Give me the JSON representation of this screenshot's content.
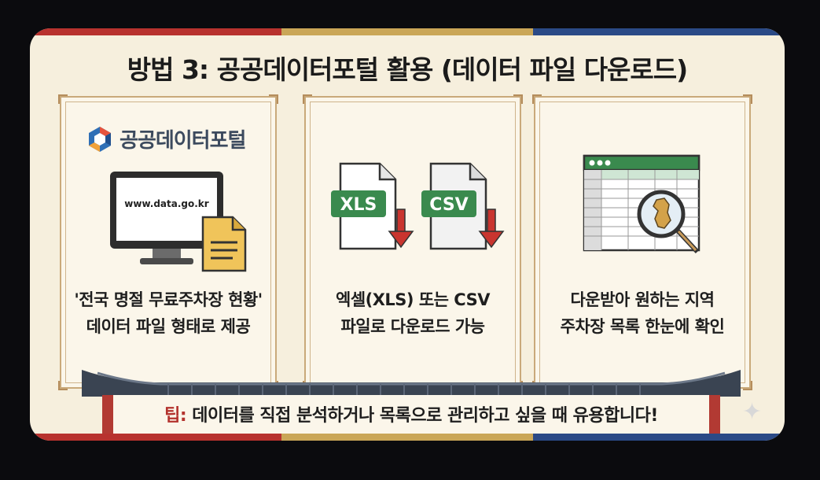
{
  "title": "방법 3: 공공데이터포털 활용 (데이터 파일 다운로드)",
  "panels": [
    {
      "logo_text": "공공데이터포털",
      "url": "www.data.go.kr",
      "caption_line1": "'전국 명절 무료주차장 현황'",
      "caption_line2": "데이터 파일 형태로 제공"
    },
    {
      "file1_label": "XLS",
      "file2_label": "CSV",
      "caption_line1": "엑셀(XLS) 또는 CSV",
      "caption_line2": "파일로 다운로드 가능"
    },
    {
      "caption_line1": "다운받아 원하는 지역",
      "caption_line2": "주차장 목록 한눈에 확인"
    }
  ],
  "tip": {
    "label": "팁:",
    "text": " 데이터를 직접 분석하거나 목록으로 관리하고 싶을 때 유용합니다!"
  },
  "colors": {
    "red": "#b8322e",
    "gold": "#caa657",
    "blue": "#2b4a86",
    "green": "#3a8a4e",
    "download_red": "#c9352f"
  },
  "icons": [
    "portal-logo-icon",
    "monitor-icon",
    "document-icon",
    "xls-file-icon",
    "csv-file-icon",
    "download-arrow-icon",
    "spreadsheet-icon",
    "magnifier-icon",
    "korea-map-icon",
    "sparkle-icon"
  ]
}
